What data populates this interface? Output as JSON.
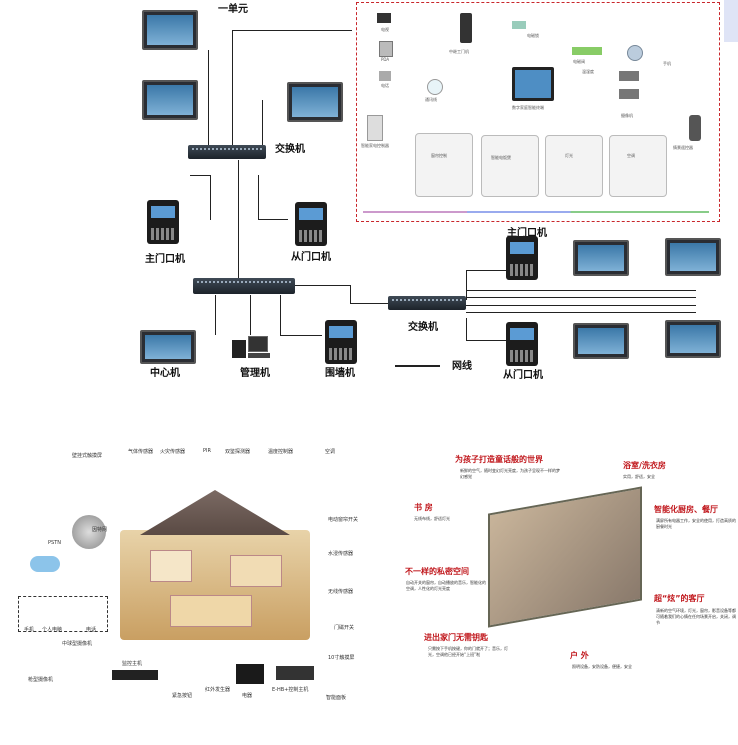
{
  "top": {
    "unit": "一单元",
    "switch_a": "交换机",
    "main_door": "主门口机",
    "sub_door": "从门口机",
    "center": "中心机",
    "manager": "管理机",
    "wall": "围墙机",
    "switch_b": "交换机",
    "network": "网线",
    "main_door2": "主门口机",
    "sub_door2": "从门口机",
    "inset_labels": [
      "电视",
      "PDA",
      "电话",
      "通讯线",
      "中继工门机",
      "电磁锁",
      "数字家庭智能终端",
      "温湿度",
      "摄像机",
      "手机",
      "电磁阀",
      "智能家电控制器",
      "窗帘控制",
      "智能电饭煲",
      "灯光",
      "空调",
      "情景遥控器"
    ]
  },
  "bottom_left": {
    "labels": [
      "壁挂式触摸屏",
      "气体传感器",
      "火灾传感器",
      "PIR",
      "双鉴探测器",
      "温度控制器",
      "空调",
      "电动窗帘开关",
      "水浸传感器",
      "无线传感器",
      "门磁开关",
      "10寸触摸屏",
      "因特网",
      "PSTN",
      "手机",
      "个人电脑",
      "电话",
      "中球型摄像机",
      "枪型摄像机",
      "监控主机",
      "紧急按钮",
      "红外发生器",
      "电器",
      "E-HB+控制主机",
      "智能面板"
    ]
  },
  "bottom_right": {
    "titles": [
      "为孩子打造童话般的世界",
      "浴室/洗衣房",
      "书 房",
      "智能化厨房、餐厅",
      "不一样的私密空间",
      "超“炫”的客厅",
      "进出家门无需钥匙",
      "户 外"
    ],
    "descs": [
      "新鲜的空气，随时变幻灯光亮度，为孩子呈现不一样的梦幻感觉",
      "实用，舒适，安全",
      "无线布线，舒适灯光",
      "满屏所有电器工作，安全的使用，打造高质的厨餐时光",
      "自动开关的窗帘，自动播放的音乐，智能化的空调，人性化的灯光亮度",
      "清新的空气环境，灯光，窗帘，影音设备等都可随着我们的心情在任何场景开启，关闭，调节",
      "只需按下手机按键，你的门就开了；音乐，灯光，空调他已经开始“上班”啦",
      "照明设备，安防设备，便捷，安全"
    ]
  }
}
